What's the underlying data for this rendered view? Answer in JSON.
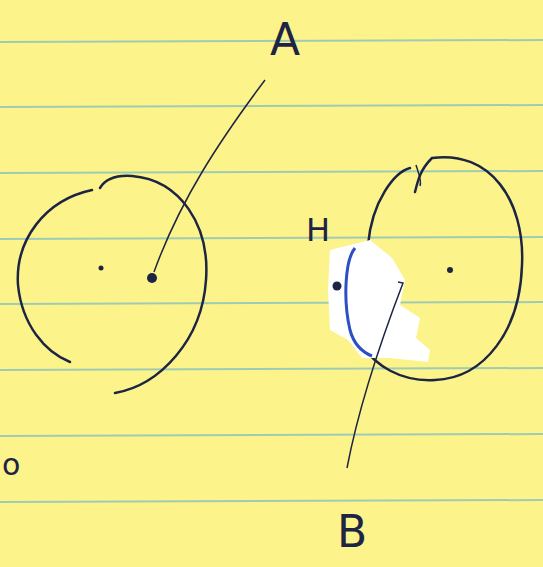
{
  "diagram": {
    "labels": [
      "A",
      "H",
      "B",
      "o"
    ]
  }
}
